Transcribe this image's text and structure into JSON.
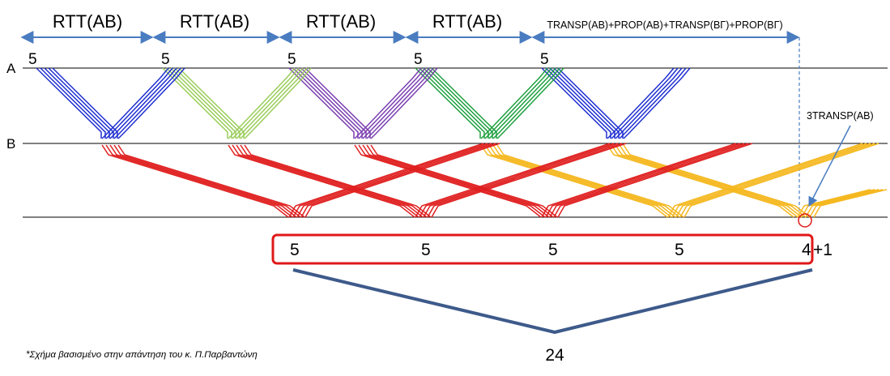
{
  "header": {
    "rtt_labels": [
      "RTT(AB)",
      "RTT(AB)",
      "RTT(AB)",
      "RTT(AB)"
    ],
    "last_interval_label": "TRANSP(AB)+PROP(AB)+TRANSP(BΓ)+PROP(BΓ)"
  },
  "nodes": {
    "a_label": "A",
    "b_label": "B"
  },
  "window_counts": [
    "5",
    "5",
    "5",
    "5",
    "5"
  ],
  "annotation": {
    "label": "3TRANSP(AB)"
  },
  "result_row": {
    "values": [
      "5",
      "5",
      "5",
      "5"
    ],
    "last_value": "4",
    "extra": "+1"
  },
  "total": "24",
  "footnote": "*Σχήμα βασισμένο στην απάντηση του κ. Π.Παρβαντώνη",
  "colors": {
    "arrow": "#4a7cc0",
    "blue": "#1f2fd0",
    "light_green": "#9acd5a",
    "purple": "#7a3fb0",
    "green": "#1fa040",
    "red": "#e02020",
    "yellow": "#f5b820",
    "box": "#e01818",
    "brace": "#3d5a8a"
  }
}
